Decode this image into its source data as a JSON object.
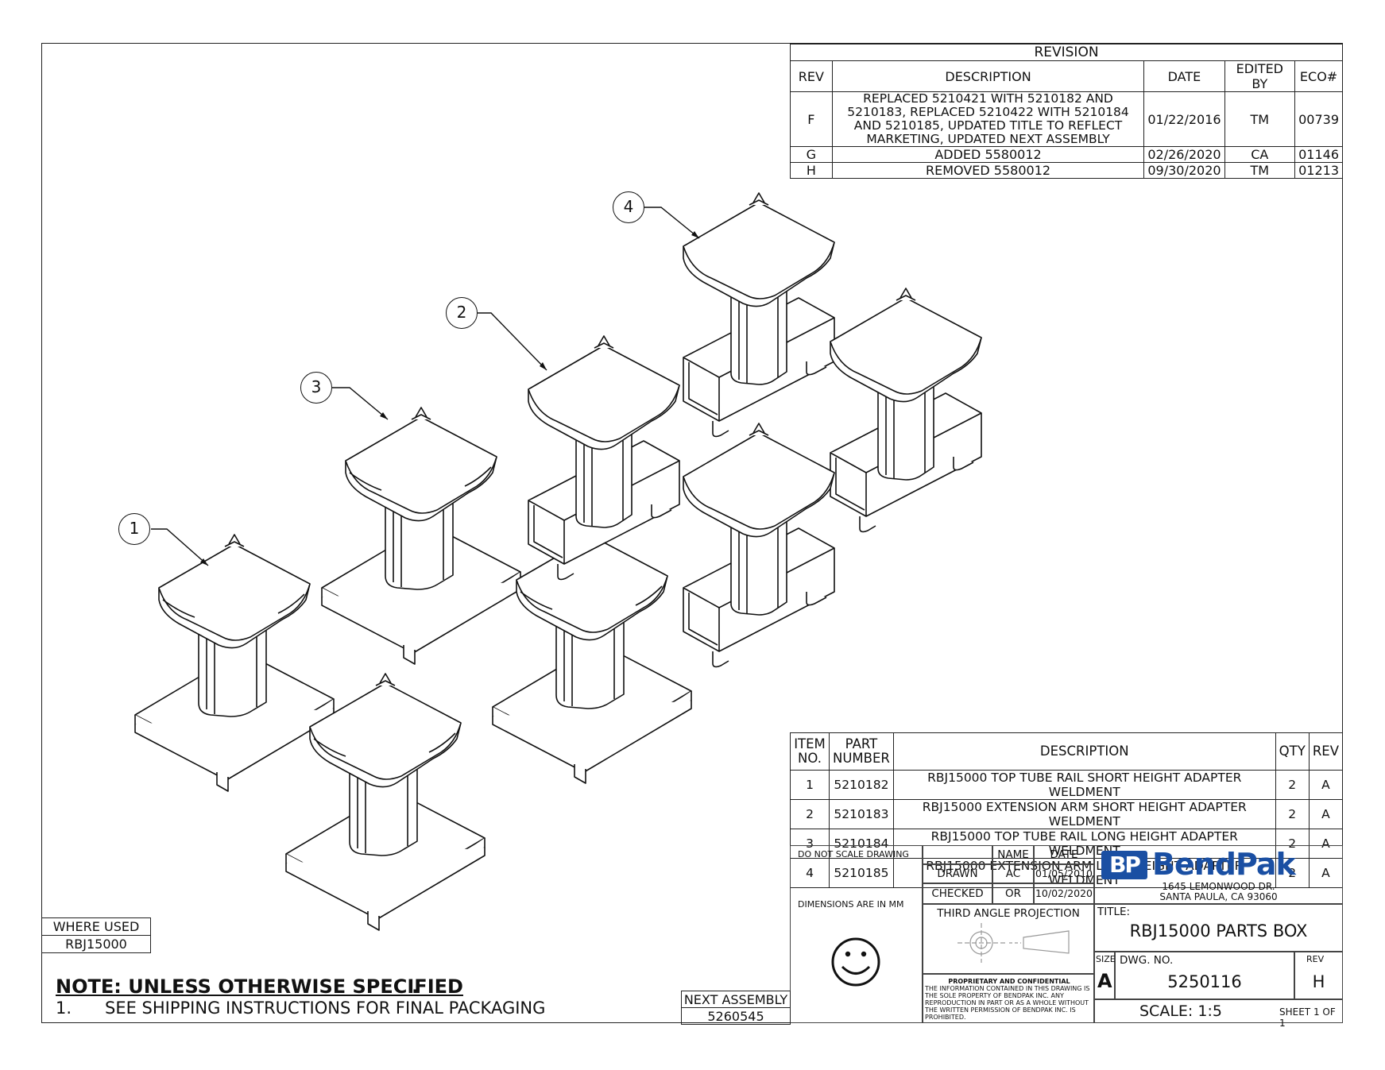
{
  "revision_block": {
    "caption": "REVISION",
    "headers": [
      "REV",
      "DESCRIPTION",
      "DATE",
      "EDITED BY",
      "ECO#"
    ],
    "rows": [
      {
        "rev": "F",
        "description_lines": [
          "REPLACED 5210421 WITH 5210182 AND",
          "5210183, REPLACED 5210422 WITH 5210184",
          "AND 5210185, UPDATED TITLE TO REFLECT",
          "MARKETING, UPDATED NEXT ASSEMBLY"
        ],
        "date": "01/22/2016",
        "edited_by": "TM",
        "eco": "00739"
      },
      {
        "rev": "G",
        "description_lines": [
          "ADDED 5580012"
        ],
        "date": "02/26/2020",
        "edited_by": "CA",
        "eco": "01146"
      },
      {
        "rev": "H",
        "description_lines": [
          "REMOVED 5580012"
        ],
        "date": "09/30/2020",
        "edited_by": "TM",
        "eco": "01213"
      }
    ]
  },
  "balloons": [
    "1",
    "2",
    "3",
    "4"
  ],
  "bom": {
    "headers": {
      "item": "ITEM",
      "item2": "NO.",
      "part": "PART",
      "part2": "NUMBER",
      "description": "DESCRIPTION",
      "qty": "QTY",
      "rev": "REV"
    },
    "rows": [
      {
        "item": "1",
        "part": "5210182",
        "description": "RBJ15000 TOP TUBE RAIL SHORT HEIGHT ADAPTER WELDMENT",
        "qty": "2",
        "rev": "A"
      },
      {
        "item": "2",
        "part": "5210183",
        "description": "RBJ15000 EXTENSION ARM SHORT HEIGHT ADAPTER WELDMENT",
        "qty": "2",
        "rev": "A"
      },
      {
        "item": "3",
        "part": "5210184",
        "description": "RBJ15000 TOP TUBE RAIL LONG HEIGHT ADAPTER WELDMENT",
        "qty": "2",
        "rev": "A"
      },
      {
        "item": "4",
        "part": "5210185",
        "description": "RBJ15000 EXTENSION ARM LONG HEIGHT ADAPTER WELDMENT",
        "qty": "2",
        "rev": "A"
      }
    ]
  },
  "title_block": {
    "do_not_scale": "DO NOT SCALE DRAWING",
    "name_header": "NAME",
    "date_header": "DATE",
    "drawn_label": "DRAWN",
    "drawn_name": "AC",
    "drawn_date": "01/05/2010",
    "checked_label": "CHECKED",
    "checked_name": "OR",
    "checked_date": "10/02/2020",
    "dimensions_note": "DIMENSIONS ARE IN MM",
    "projection_label": "THIRD ANGLE PROJECTION",
    "proprietary_title": "PROPRIETARY AND CONFIDENTIAL",
    "proprietary_lines": [
      "THE INFORMATION CONTAINED IN THIS DRAWING IS",
      "THE SOLE PROPERTY OF BENDPAK INC. ANY",
      "REPRODUCTION IN PART OR AS A WHOLE WITHOUT",
      "THE WRITTEN PERMISSION OF BENDPAK INC. IS",
      "PROHIBITED."
    ],
    "company_logo_mark": "BP",
    "company_logo_text": "BendPak",
    "company_address_1": "1645 LEMONWOOD DR.",
    "company_address_2": "SANTA PAULA, CA 93060",
    "title_label": "TITLE:",
    "title": "RBJ15000 PARTS BOX",
    "size_label": "SIZE",
    "size": "A",
    "dwg_no_label": "DWG. NO.",
    "dwg_no": "5250116",
    "rev_label": "REV",
    "rev": "H",
    "scale": "SCALE: 1:5",
    "sheet": "SHEET 1 OF 1"
  },
  "where_used": {
    "label": "WHERE USED",
    "value": "RBJ15000"
  },
  "next_assembly": {
    "label": "NEXT ASSEMBLY",
    "value": "5260545"
  },
  "notes": {
    "title": "NOTE: UNLESS OTHERWISE SPECIFIED",
    "title_end": ".",
    "items": [
      {
        "num": "1.",
        "text": "SEE SHIPPING INSTRUCTIONS FOR FINAL PACKAGING"
      }
    ]
  }
}
